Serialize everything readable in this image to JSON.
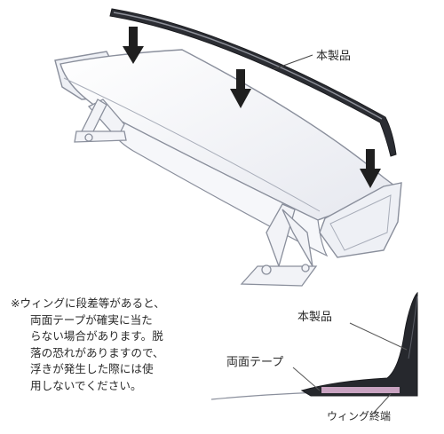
{
  "labels": {
    "product_top": "本製品",
    "product_detail": "本製品",
    "double_sided_tape": "両面テープ",
    "wing_end": "ウィング終端"
  },
  "note": {
    "lines": [
      "※ウィングに段差等があると、",
      "両面テープが確実に当た",
      "らない場合があります。脱",
      "落の恐れがありますので、",
      "浮きが発生した際には使",
      "用しないでください。"
    ]
  },
  "colors": {
    "outline": "#8a8f9c",
    "wing_fill": "#f3f4f8",
    "product_strip": "#2b2d33",
    "arrow": "#1f1f1f",
    "tape": "#c9a3c1",
    "text": "#2a2a2a"
  },
  "icons": {
    "arrow": "down-arrow-icon"
  }
}
